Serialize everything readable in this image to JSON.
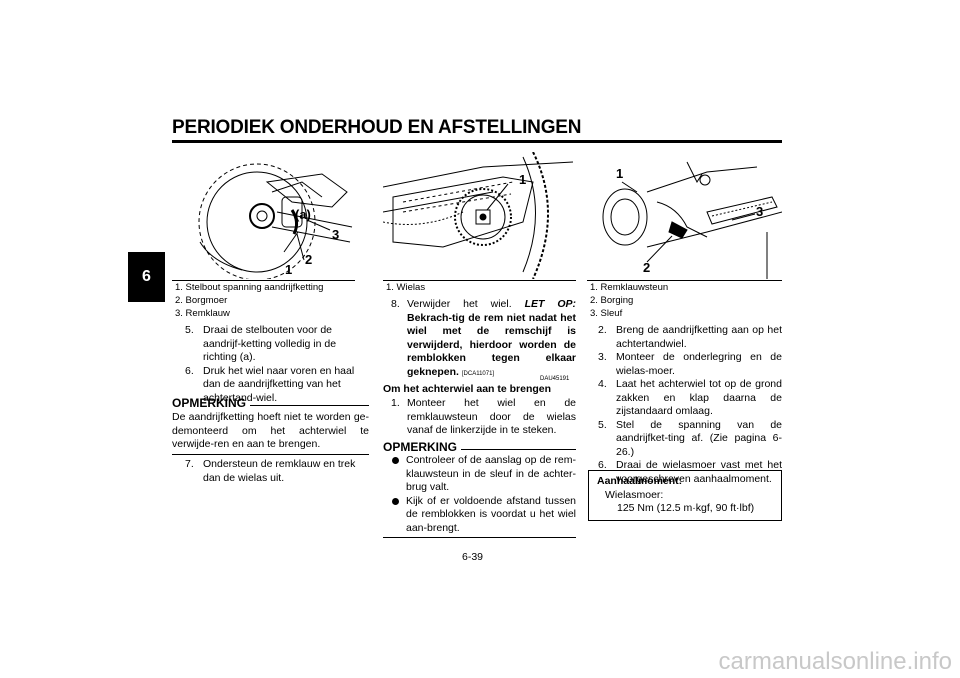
{
  "header": {
    "title": "PERIODIEK ONDERHOUD EN AFSTELLINGEN",
    "chapter_tab": "6"
  },
  "col1": {
    "figure_labels": {
      "a": "(a)",
      "n1": "1",
      "n2": "2",
      "n3": "3"
    },
    "captions": [
      "1. Stelbout spanning aandrijfketting",
      "2. Borgmoer",
      "3. Remklauw"
    ],
    "steps": [
      {
        "n": "5.",
        "text": "Draai de stelbouten voor de aandrijf-ketting volledig in de richting (a)."
      },
      {
        "n": "6.",
        "text": "Druk het wiel naar voren en haal dan de aandrijfketting van het achtertand-wiel."
      }
    ],
    "note_heading": "OPMERKING",
    "note_text": "De aandrijfketting hoeft niet te worden ge-demonteerd om het achterwiel te verwijde-ren en aan te brengen.",
    "step7": {
      "n": "7.",
      "text": "Ondersteun de remklauw en trek dan de wielas uit."
    }
  },
  "col2": {
    "figure_labels": {
      "n1": "1"
    },
    "captions": [
      "1. Wielas"
    ],
    "step8": {
      "n": "8.",
      "lead": "Verwijder het wiel.",
      "letop": "LET OP:",
      "warning": "Bekrach-tig de rem niet nadat het wiel met de remschijf is verwijderd, hierdoor worden de remblokken tegen elkaar geknepen.",
      "code": "[DCA11071]"
    },
    "section_code": "DAU45191",
    "section_title": "Om het achterwiel aan te brengen",
    "step1": {
      "n": "1.",
      "text": "Monteer het wiel en de remklauwsteun door de wielas vanaf de linkerzijde in te steken."
    },
    "note_heading": "OPMERKING",
    "bullets": [
      "Controleer of de aanslag op de rem-klauwsteun in de sleuf in de achter-brug valt.",
      "Kijk of er voldoende afstand tussen de remblokken is voordat u het wiel aan-brengt."
    ]
  },
  "col3": {
    "figure_labels": {
      "n1": "1",
      "n2": "2",
      "n3": "3"
    },
    "captions": [
      "1. Remklauwsteun",
      "2. Borging",
      "3. Sleuf"
    ],
    "steps": [
      {
        "n": "2.",
        "text": "Breng de aandrijfketting aan op het achtertandwiel."
      },
      {
        "n": "3.",
        "text": "Monteer de onderlegring en de wielas-moer."
      },
      {
        "n": "4.",
        "text": "Laat het achterwiel tot op de grond zakken en klap daarna de zijstandaard omlaag."
      },
      {
        "n": "5.",
        "text": "Stel de spanning van de aandrijfket-ting af. (Zie pagina 6-26.)"
      },
      {
        "n": "6.",
        "text": "Draai de wielasmoer vast met het voorgeschreven aanhaalmoment."
      }
    ],
    "torque_box": {
      "heading": "Aanhaalmoment:",
      "item": "Wielasmoer:",
      "value": "125 Nm (12.5 m·kgf, 90 ft·lbf)"
    }
  },
  "footer": {
    "page_number": "6-39",
    "watermark": "carmanualsonline.info"
  }
}
